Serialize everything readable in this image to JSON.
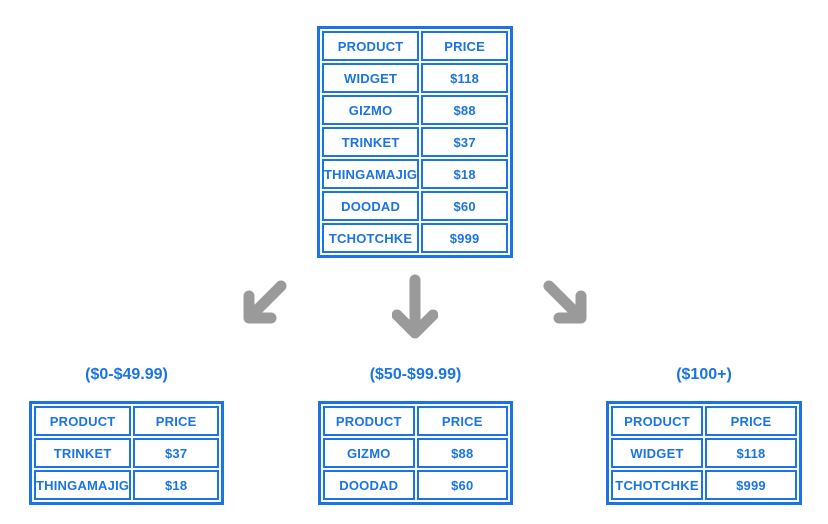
{
  "colors": {
    "accent": "#1A74E8",
    "arrow": "#9A9A9A",
    "background": "#FFFFFF"
  },
  "main_table": {
    "headers": [
      "PRODUCT",
      "PRICE"
    ],
    "rows": [
      [
        "WIDGET",
        "$118"
      ],
      [
        "GIZMO",
        "$88"
      ],
      [
        "TRINKET",
        "$37"
      ],
      [
        "THINGAMAJIG",
        "$18"
      ],
      [
        "DOODAD",
        "$60"
      ],
      [
        "TCHOTCHKE",
        "$999"
      ]
    ]
  },
  "groups": [
    {
      "label": "($0-$49.99)",
      "table": {
        "headers": [
          "PRODUCT",
          "PRICE"
        ],
        "rows": [
          [
            "TRINKET",
            "$37"
          ],
          [
            "THINGAMAJIG",
            "$18"
          ]
        ]
      }
    },
    {
      "label": "($50-$99.99)",
      "table": {
        "headers": [
          "PRODUCT",
          "PRICE"
        ],
        "rows": [
          [
            "GIZMO",
            "$88"
          ],
          [
            "DOODAD",
            "$60"
          ]
        ]
      }
    },
    {
      "label": "($100+)",
      "table": {
        "headers": [
          "PRODUCT",
          "PRICE"
        ],
        "rows": [
          [
            "WIDGET",
            "$118"
          ],
          [
            "TCHOTCHKE",
            "$999"
          ]
        ]
      }
    }
  ],
  "icons": [
    {
      "name": "arrow-down-left-icon"
    },
    {
      "name": "arrow-down-icon"
    },
    {
      "name": "arrow-down-right-icon"
    }
  ]
}
